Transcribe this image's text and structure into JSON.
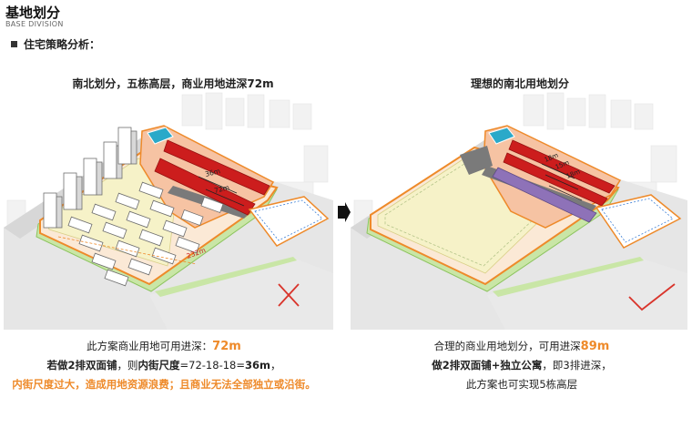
{
  "header": {
    "title": "基地划分",
    "subtitle": "BASE DIVISION",
    "section_label": "住宅策略分析："
  },
  "left_panel": {
    "caption": "南北划分，五栋高层，商业用地进深72m",
    "dim_36m": "36m",
    "dim_72m": "72m",
    "dim_232m": "232m",
    "verdict_icon": "cross-icon",
    "desc_line1_prefix": "此方案商业用地可用进深：",
    "desc_line1_value": "72m",
    "desc_line2_a": "若做2排双面铺",
    "desc_line2_b": "，则",
    "desc_line2_c": "内街尺度",
    "desc_line2_d": "=72-18-18=",
    "desc_line2_e": "36m",
    "desc_line2_f": "，",
    "desc_line3": "内街尺度过大，造成用地资源浪费；且商业无法全部独立或沿街。"
  },
  "right_panel": {
    "caption": "理想的南北用地划分",
    "dim_1": "18m",
    "dim_2": "15m",
    "dim_3": "18m",
    "verdict_icon": "check-icon",
    "desc_line1_prefix": "合理的商业用地划分，可用进深",
    "desc_line1_value": "89m",
    "desc_line2_a": "做2排双面铺+独立公寓",
    "desc_line2_b": "，即3排进深，",
    "desc_line3": "此方案也可实现5栋高层"
  },
  "colors": {
    "accent_orange": "#ee8a2a",
    "shop_red": "#cc1d1d",
    "apartment_purple": "#8e72b8",
    "pool_blue": "#2aa9c9",
    "zone_peach": "#f6c3a3",
    "residential_yellow": "#f6f2c8",
    "green_edge": "#c9e6a6",
    "cross_red": "#d9342b"
  }
}
